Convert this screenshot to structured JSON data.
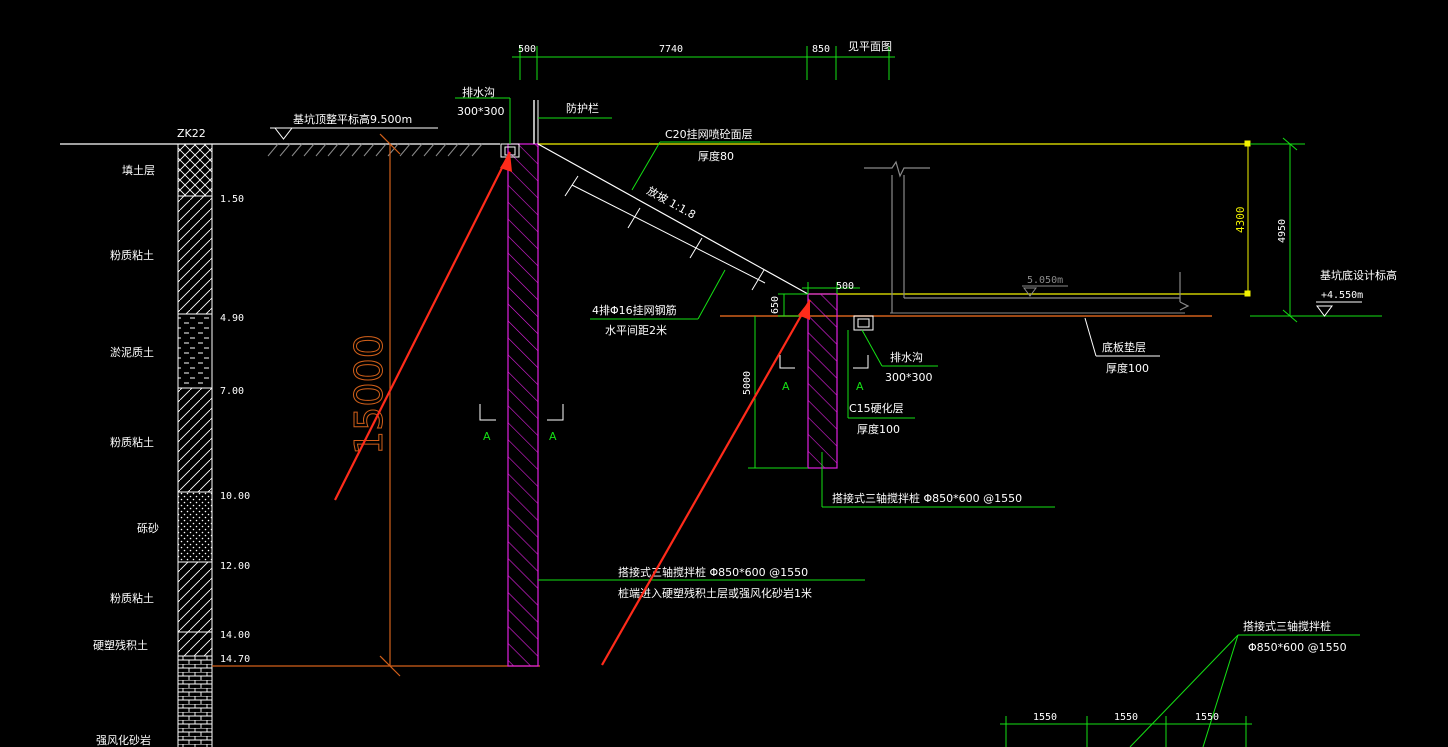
{
  "colors": {
    "background": "#000000",
    "white": "#ffffff",
    "green": "#14e014",
    "yellow": "#f3f300",
    "orange": "#d2601a",
    "red": "#ff2b1a",
    "magenta": "#e020e0",
    "gray": "#8a8a8a"
  },
  "borehole": {
    "name": "ZK22",
    "layers": [
      {
        "name": "填土层"
      },
      {
        "name": "粉质粘土"
      },
      {
        "name": "淤泥质土"
      },
      {
        "name": "粉质粘土"
      },
      {
        "name": "砾砂"
      },
      {
        "name": "粉质粘土"
      },
      {
        "name": "硬塑残积土"
      },
      {
        "name": "强风化砂岩"
      }
    ],
    "depths": [
      "1.50",
      "4.90",
      "7.00",
      "10.00",
      "12.00",
      "14.00",
      "14.70"
    ]
  },
  "top_dims": [
    "500",
    "7740",
    "850"
  ],
  "labels": {
    "see_plan": "见平面图",
    "ground_level": "基坑顶整平标高9.500m",
    "drain_top_title": "排水沟",
    "drain_top_size": "300*300",
    "guardrail": "防护栏",
    "shotcrete_title": "C20挂网喷砼面层",
    "shotcrete_thick": "厚度80",
    "slope": "放坡 1:1.8",
    "rebar_title": "4排Φ16挂网钢筋",
    "rebar_spacing": "水平间距2米",
    "depth_big": "15000",
    "section_a": "A",
    "dim_650": "650",
    "dim_500b": "500",
    "dim_5000": "5000",
    "elev_5050": "5.050m",
    "dim_4300": "4300",
    "dim_4950": "4950",
    "design_elev_title": "基坑底设计标高",
    "design_elev_value": "+4.550m",
    "bottom_cushion": "底板垫层",
    "bottom_cushion_thick": "厚度100",
    "drain_bot_title": "排水沟",
    "drain_bot_size": "300*300",
    "c15_title": "C15硬化层",
    "c15_thick": "厚度100",
    "pile_small": "搭接式三轴搅拌桩 Φ850*600 @1550",
    "pile_main_1": "搭接式三轴搅拌桩 Φ850*600 @1550",
    "pile_main_2": "桩端进入硬塑残积土层或强风化砂岩1米",
    "detail_title": "搭接式三轴搅拌桩",
    "detail_spec": "Φ850*600 @1550",
    "detail_dims": [
      "1550",
      "1550",
      "1550"
    ]
  }
}
